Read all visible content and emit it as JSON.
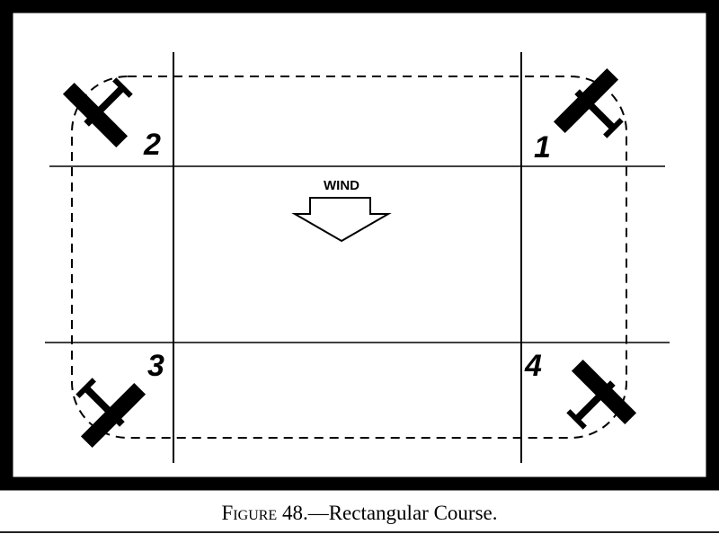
{
  "diagram": {
    "wind_label": "WIND",
    "positions": [
      {
        "label": "1",
        "name": "plane-1"
      },
      {
        "label": "2",
        "name": "plane-2"
      },
      {
        "label": "3",
        "name": "plane-3"
      },
      {
        "label": "4",
        "name": "plane-4"
      }
    ]
  },
  "caption": {
    "figure": "Figure 48.",
    "separator": "—",
    "title": "Rectangular Course."
  }
}
